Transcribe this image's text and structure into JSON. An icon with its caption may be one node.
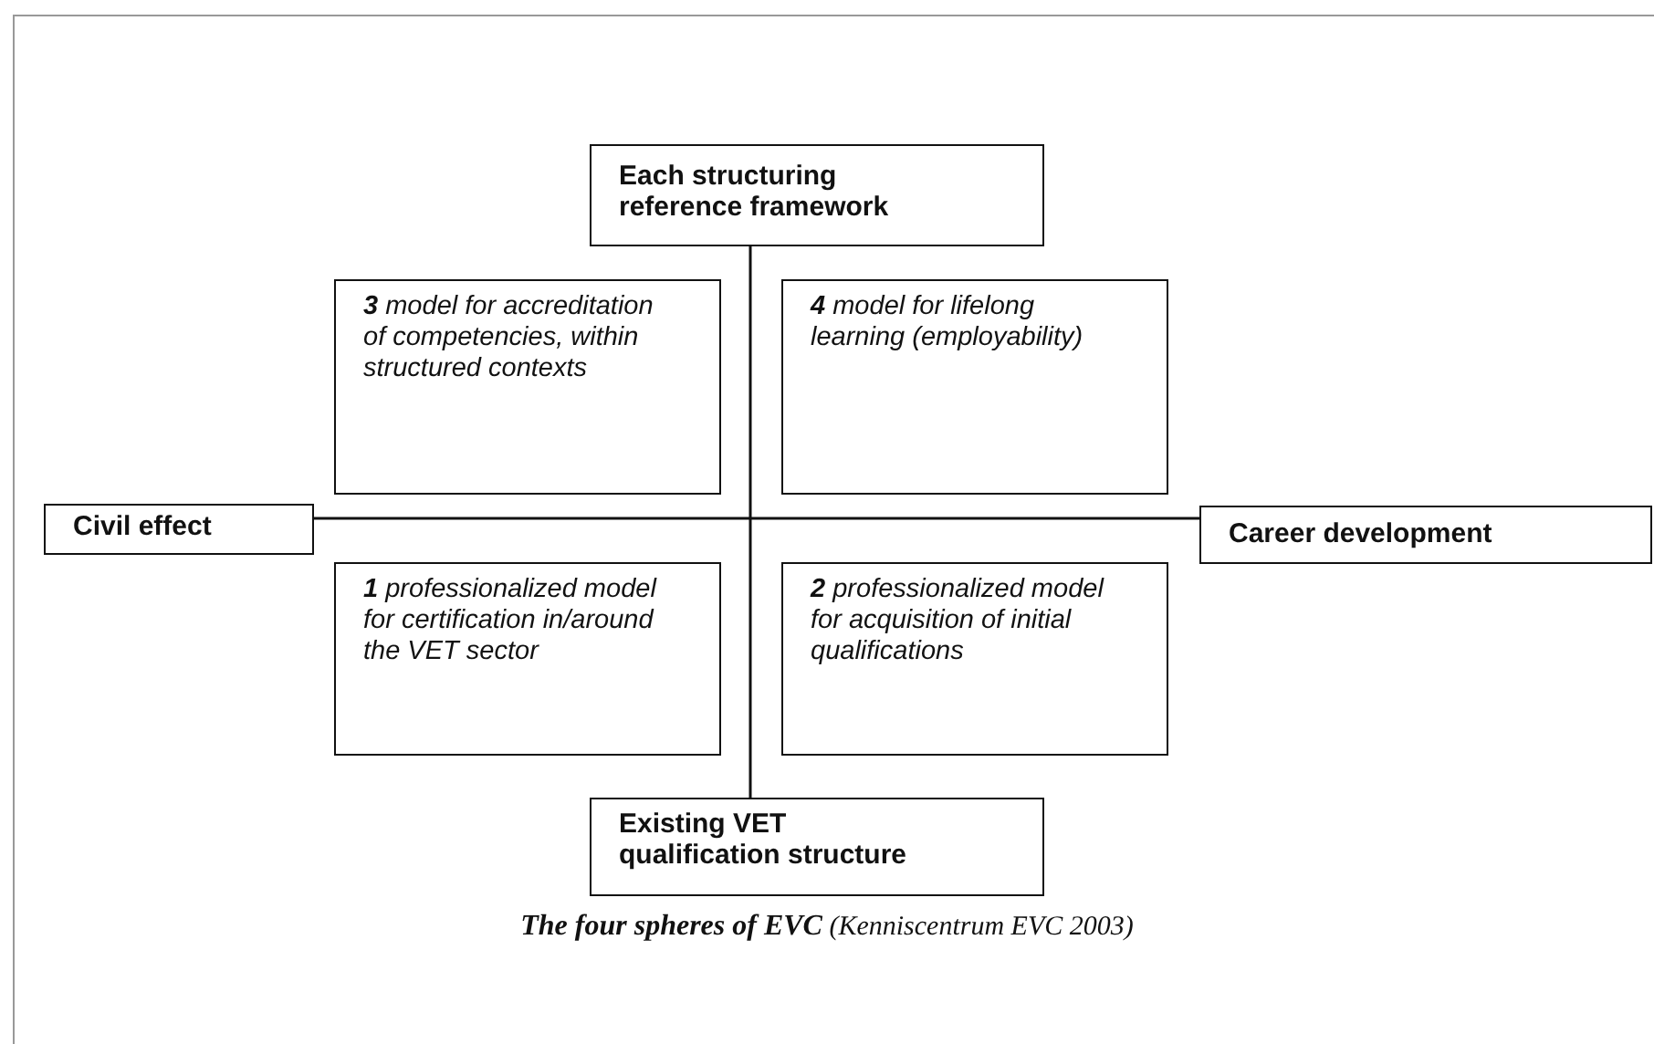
{
  "diagram": {
    "caption": "**The four spheres of EVC** (Kenniscentrum EVC 2003)",
    "nodes": [
      {
        "text": [
          "Each structuring reference framework"
        ]
      },
      {
        "text": [
          "**3**  model for accreditation of competencies, within structured contexts"
        ]
      },
      {
        "text": [
          "**4** model for lifelong learning (employability)"
        ]
      },
      {
        "text": [
          "Civil effect"
        ]
      },
      {
        "text": [
          "Career development"
        ]
      },
      {
        "text": [
          "**1**  professionalized model for certification in/around the VET sector"
        ]
      },
      {
        "text": [
          "**2** professionalized model for acquisition of initial qualifications"
        ]
      },
      {
        "text": [
          "Existing VET qualification structure"
        ]
      }
    ],
    "edges": [
      {
        "from": 0,
        "to": 7,
        "arrow": "none"
      },
      {
        "from": 3,
        "to": 4,
        "arrow": "none"
      }
    ]
  }
}
